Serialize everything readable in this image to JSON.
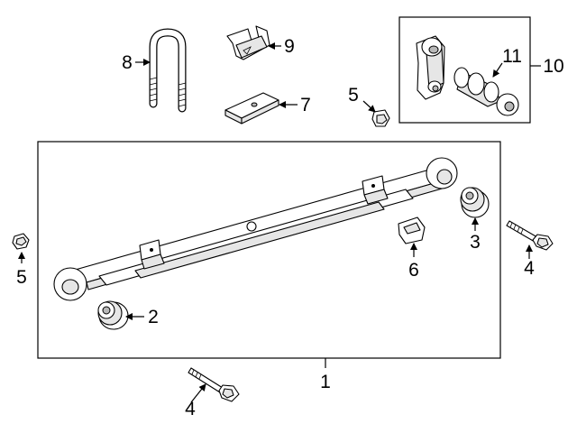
{
  "callouts": {
    "c1": "1",
    "c2": "2",
    "c3": "3",
    "c4a": "4",
    "c4b": "4",
    "c5a": "5",
    "c5b": "5",
    "c6": "6",
    "c7": "7",
    "c8": "8",
    "c9": "9",
    "c10": "10",
    "c11": "11"
  }
}
